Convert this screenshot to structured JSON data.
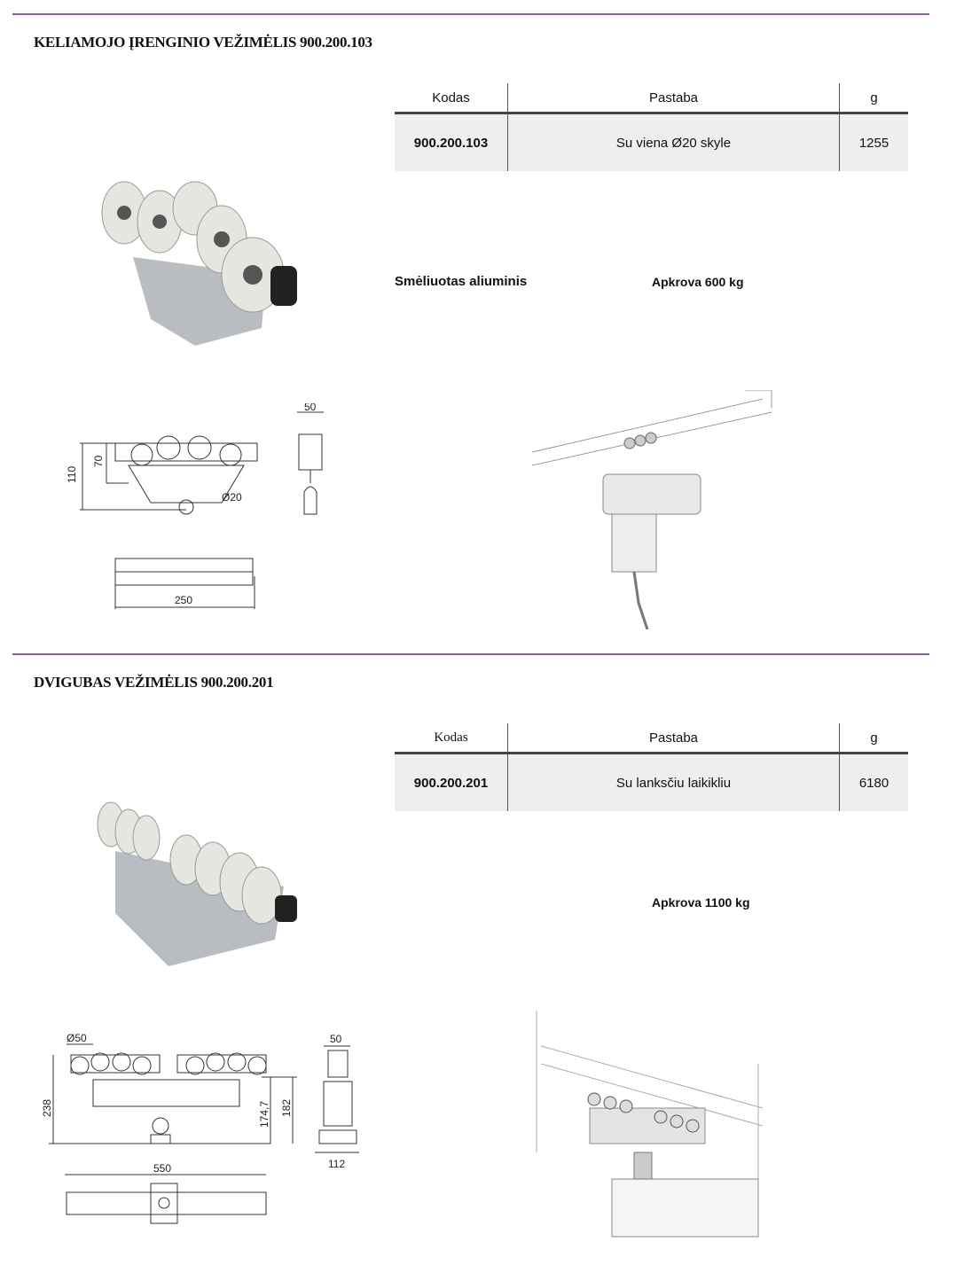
{
  "section1": {
    "title": "KELIAMOJO ĮRENGINIO VEŽIMĖLIS 900.200.103",
    "table": {
      "headers": [
        "Kodas",
        "Pastaba",
        "g"
      ],
      "row": [
        "900.200.103",
        "Su viena Ø20 skyle",
        "1255"
      ]
    },
    "material": "Smėliuotas aliuminis",
    "load": "Apkrova 600 kg",
    "dims": {
      "height_total": "110",
      "height_wheels": "70",
      "hole": "Ø20",
      "width": "50",
      "length": "250"
    }
  },
  "section2": {
    "title": "DVIGUBAS VEŽIMĖLIS 900.200.201",
    "table": {
      "headers": [
        "Kodas",
        "Pastaba",
        "g"
      ],
      "row": [
        "900.200.201",
        "Su lanksčiu laikikliu",
        "6180"
      ]
    },
    "load": "Apkrova 1100 kg",
    "dims": {
      "wheel": "Ø50",
      "width": "50",
      "height_total": "238",
      "height_a": "174,7",
      "height_b": "182",
      "base": "112",
      "length": "550"
    }
  },
  "colors": {
    "rule": "#8b5a9c",
    "table_body": "#eeeeee"
  }
}
